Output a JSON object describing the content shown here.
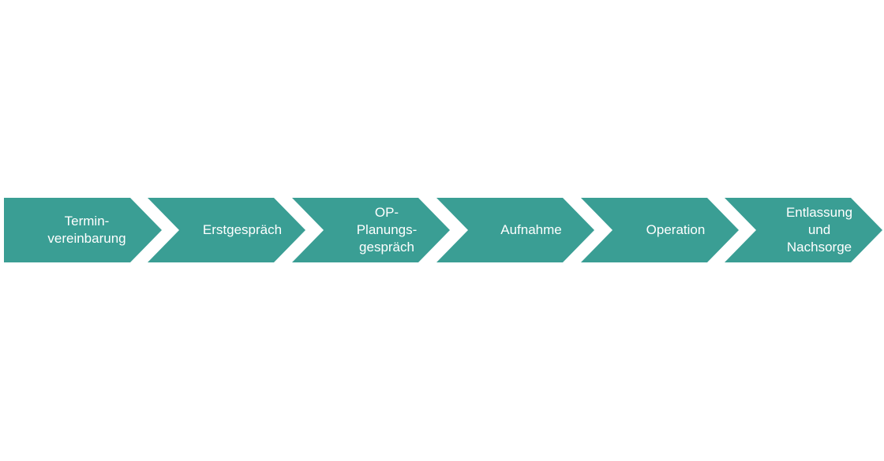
{
  "accent_color": "#3a9e94",
  "steps": [
    {
      "label": "Termin-\nvereinbarung"
    },
    {
      "label": "Erstgespräch"
    },
    {
      "label": "OP-\nPlanungs-\ngespräch"
    },
    {
      "label": "Aufnahme"
    },
    {
      "label": "Operation"
    },
    {
      "label": "Entlassung\nund\nNachsorge"
    }
  ]
}
